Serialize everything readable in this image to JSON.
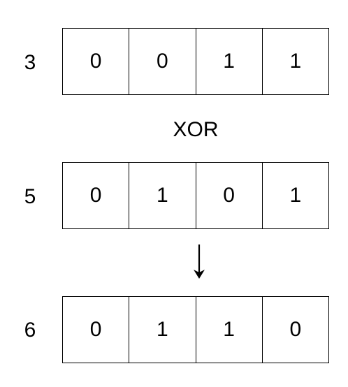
{
  "rows": [
    {
      "label": "3",
      "bits": [
        "0",
        "0",
        "1",
        "1"
      ]
    },
    {
      "label": "5",
      "bits": [
        "0",
        "1",
        "0",
        "1"
      ]
    },
    {
      "label": "6",
      "bits": [
        "0",
        "1",
        "1",
        "0"
      ]
    }
  ],
  "operator": "XOR",
  "arrow_icon": "down-arrow-icon"
}
